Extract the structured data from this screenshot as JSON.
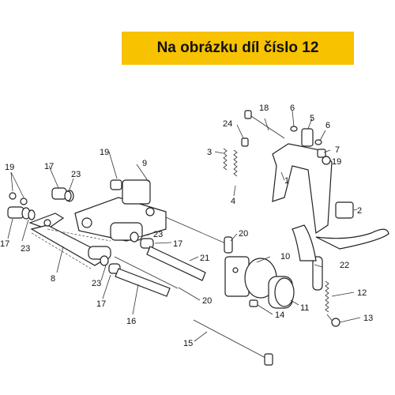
{
  "banner": {
    "text": "Na obrázku díl číslo 12",
    "bg_color": "#f7c200"
  },
  "callouts": [
    {
      "id": "c1",
      "text": "1"
    },
    {
      "id": "c2",
      "text": "2"
    },
    {
      "id": "c3",
      "text": "3"
    },
    {
      "id": "c4",
      "text": "4"
    },
    {
      "id": "c5",
      "text": "5"
    },
    {
      "id": "c6a",
      "text": "6"
    },
    {
      "id": "c6b",
      "text": "6"
    },
    {
      "id": "c7",
      "text": "7"
    },
    {
      "id": "c8",
      "text": "8"
    },
    {
      "id": "c9",
      "text": "9"
    },
    {
      "id": "c10",
      "text": "10"
    },
    {
      "id": "c11",
      "text": "11"
    },
    {
      "id": "c12",
      "text": "12"
    },
    {
      "id": "c13",
      "text": "13"
    },
    {
      "id": "c14",
      "text": "14"
    },
    {
      "id": "c15",
      "text": "15"
    },
    {
      "id": "c16",
      "text": "16"
    },
    {
      "id": "c17a",
      "text": "17"
    },
    {
      "id": "c17b",
      "text": "17"
    },
    {
      "id": "c17c",
      "text": "17"
    },
    {
      "id": "c17d",
      "text": "17"
    },
    {
      "id": "c18",
      "text": "18"
    },
    {
      "id": "c19a",
      "text": "19"
    },
    {
      "id": "c19b",
      "text": "19"
    },
    {
      "id": "c19c",
      "text": "19"
    },
    {
      "id": "c20a",
      "text": "20"
    },
    {
      "id": "c20b",
      "text": "20"
    },
    {
      "id": "c21",
      "text": "21"
    },
    {
      "id": "c22",
      "text": "22"
    },
    {
      "id": "c23a",
      "text": "23"
    },
    {
      "id": "c23b",
      "text": "23"
    },
    {
      "id": "c23c",
      "text": "23"
    },
    {
      "id": "c23d",
      "text": "23"
    },
    {
      "id": "c24",
      "text": "24"
    }
  ]
}
